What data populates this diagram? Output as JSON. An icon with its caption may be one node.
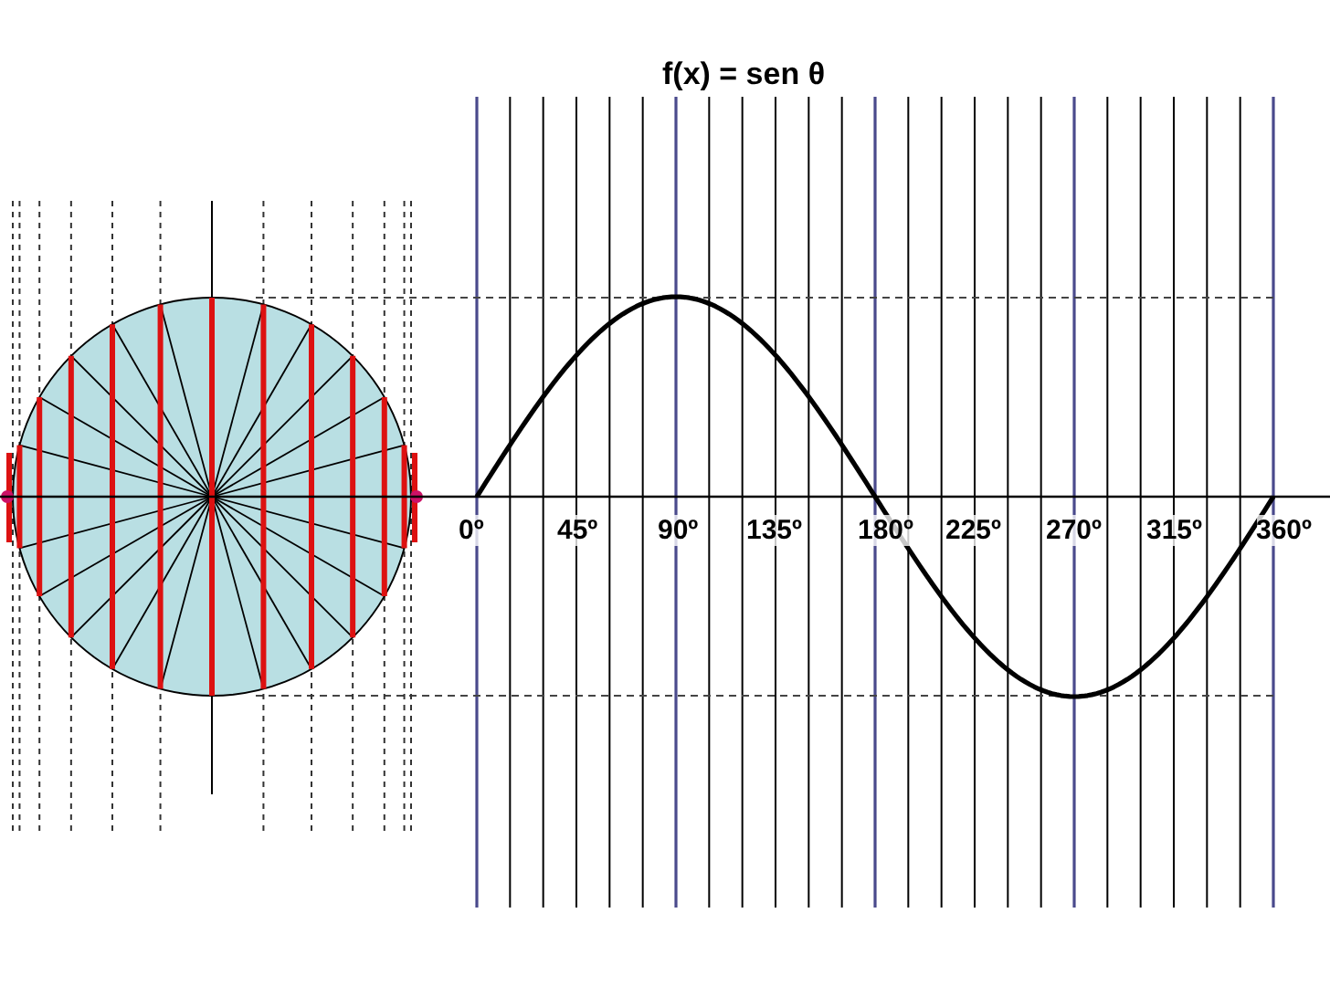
{
  "diagram": {
    "title": "f(x) = sen θ",
    "labels": [
      "0º",
      "45º",
      "90º",
      "135º",
      "180º",
      "225º",
      "270º",
      "315º",
      "360º"
    ]
  }
}
